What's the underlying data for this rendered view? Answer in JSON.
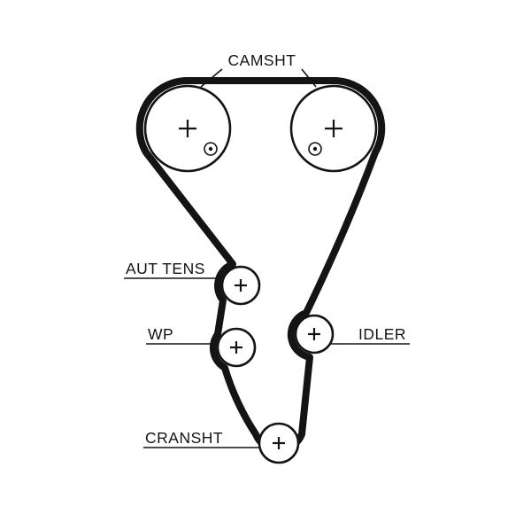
{
  "diagram": {
    "type": "timing-belt-routing-diagram",
    "background": "#ffffff",
    "belt_color": "#141414",
    "line_color": "#141414",
    "labels": {
      "camshaft": "CAMSHT",
      "tensioner": "AUT TENS",
      "water_pump": "WP",
      "idler": "IDLER",
      "crankshaft": "CRANSHT"
    },
    "icons": {
      "pulley_center_mark": "plus",
      "camshaft_timing_mark": "circle-dot"
    }
  }
}
